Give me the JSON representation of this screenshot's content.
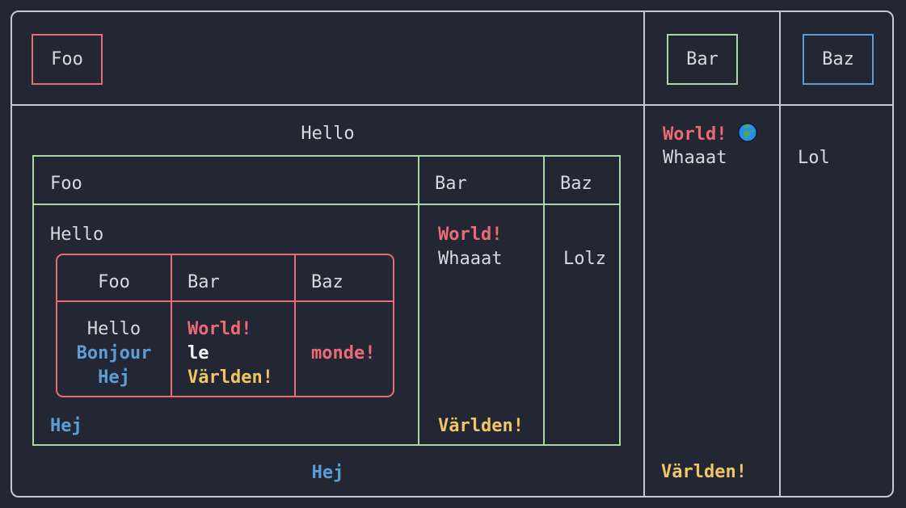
{
  "colors": {
    "background": "#232734",
    "grid": "#c6c9cf",
    "text": "#d6d9de",
    "red": "#ec6a74",
    "green": "#a9d8a2",
    "blue": "#5d9dd6",
    "gold": "#efc566",
    "bright_white": "#f2f3f5"
  },
  "outer_table": {
    "headers": [
      {
        "label": "Foo",
        "accent": "red"
      },
      {
        "label": "Bar",
        "accent": "green"
      },
      {
        "label": "Baz",
        "accent": "blue"
      }
    ],
    "foo_cell": {
      "title": "Hello",
      "caption": "Hej"
    },
    "bar_cell": {
      "line1": "World!",
      "icon": "earth-globe-icon",
      "line2": "Whaaat",
      "line3": "Världen!"
    },
    "baz_cell": {
      "text": "Lol"
    }
  },
  "green_table": {
    "headers": [
      "Foo",
      "Bar",
      "Baz"
    ],
    "foo_cell": {
      "title": "Hello",
      "caption": "Hej"
    },
    "bar_cell": {
      "line1": "World!",
      "line2": "Whaaat",
      "line3": "Världen!"
    },
    "baz_cell": {
      "text": "Lolz"
    }
  },
  "red_table": {
    "headers": [
      "Foo",
      "Bar",
      "Baz"
    ],
    "foo_cell": {
      "lines": [
        "Hello",
        "Bonjour",
        "Hej"
      ]
    },
    "bar_cell": {
      "lines": [
        "World!",
        "le",
        "Världen!"
      ]
    },
    "baz_cell": {
      "text": "monde!"
    }
  }
}
